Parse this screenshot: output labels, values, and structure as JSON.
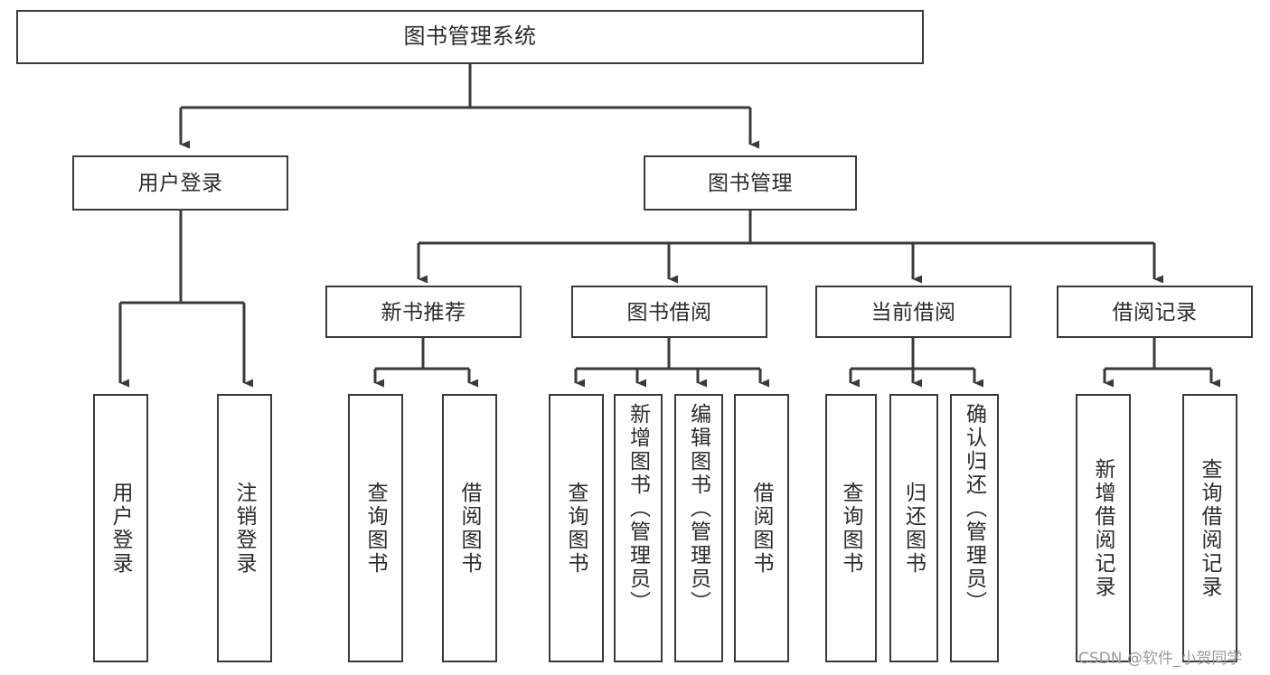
{
  "diagram": {
    "title": "图书管理系统",
    "background_color": "#ffffff",
    "border_color": "#3a3a3a",
    "text_color": "#2b2b2b",
    "watermark": "CSDN @软件_小贺同学",
    "levels": {
      "root": {
        "label": "图书管理系统"
      },
      "level2": [
        {
          "id": "user-login",
          "label": "用户登录"
        },
        {
          "id": "book-manage",
          "label": "图书管理"
        }
      ],
      "level3": [
        {
          "id": "new-book-recommend",
          "label": "新书推荐",
          "parent": "book-manage"
        },
        {
          "id": "book-borrow",
          "label": "图书借阅",
          "parent": "book-manage"
        },
        {
          "id": "current-borrow",
          "label": "当前借阅",
          "parent": "book-manage"
        },
        {
          "id": "borrow-record",
          "label": "借阅记录",
          "parent": "book-manage"
        }
      ],
      "leaves": [
        {
          "id": "leaf-user-login",
          "label": "用户登录",
          "parent": "user-login"
        },
        {
          "id": "leaf-logout",
          "label": "注销登录",
          "parent": "user-login"
        },
        {
          "id": "leaf-query-book-1",
          "label": "查询图书",
          "parent": "new-book-recommend"
        },
        {
          "id": "leaf-borrow-book-1",
          "label": "借阅图书",
          "parent": "new-book-recommend"
        },
        {
          "id": "leaf-query-book-2",
          "label": "查询图书",
          "parent": "book-borrow"
        },
        {
          "id": "leaf-add-book",
          "label": "新增图书（管理员）",
          "parent": "book-borrow"
        },
        {
          "id": "leaf-edit-book",
          "label": "编辑图书（管理员）",
          "parent": "book-borrow"
        },
        {
          "id": "leaf-borrow-book-2",
          "label": "借阅图书",
          "parent": "book-borrow"
        },
        {
          "id": "leaf-query-book-3",
          "label": "查询图书",
          "parent": "current-borrow"
        },
        {
          "id": "leaf-return-book",
          "label": "归还图书",
          "parent": "current-borrow"
        },
        {
          "id": "leaf-confirm-return",
          "label": "确认归还（管理员）",
          "parent": "current-borrow"
        },
        {
          "id": "leaf-add-record",
          "label": "新增借阅记录",
          "parent": "borrow-record"
        },
        {
          "id": "leaf-query-record",
          "label": "查询借阅记录",
          "parent": "borrow-record"
        }
      ]
    }
  }
}
